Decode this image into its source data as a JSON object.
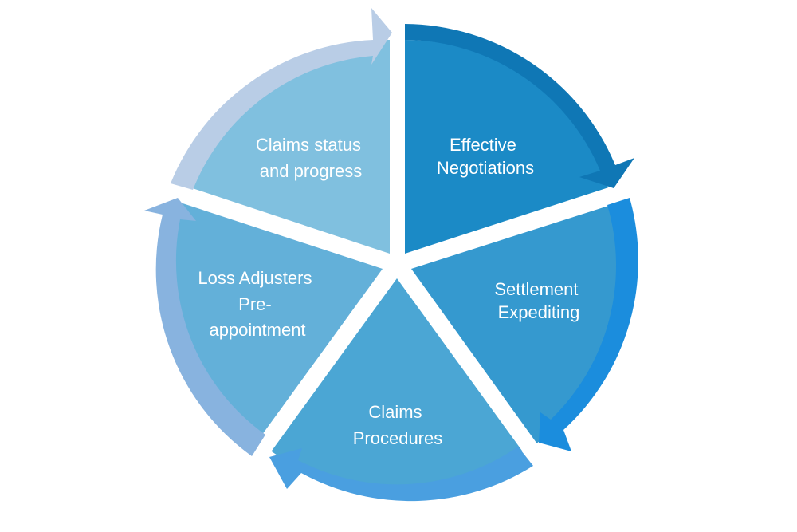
{
  "diagram": {
    "segments": [
      {
        "id": "effective-negotiations",
        "lines": [
          "Effective",
          "Negotiations"
        ],
        "color": "#1b8ac6",
        "arrow_color": "#0f77b5"
      },
      {
        "id": "settlement-expediting",
        "lines": [
          "Settlement",
          "Expediting"
        ],
        "color": "#3599cf",
        "arrow_color": "#1b8ddd"
      },
      {
        "id": "claims-procedures",
        "lines": [
          "Claims",
          "Procedures"
        ],
        "color": "#4ba6d4",
        "arrow_color": "#4a9fe0"
      },
      {
        "id": "loss-adjusters-pre-appointment",
        "lines": [
          "Loss Adjusters",
          "Pre-",
          "appointment"
        ],
        "color": "#63b0d9",
        "arrow_color": "#88b3df"
      },
      {
        "id": "claims-status-and-progress",
        "lines": [
          "Claims status",
          "and progress"
        ],
        "color": "#80c0df",
        "arrow_color": "#b9cde6"
      }
    ]
  }
}
